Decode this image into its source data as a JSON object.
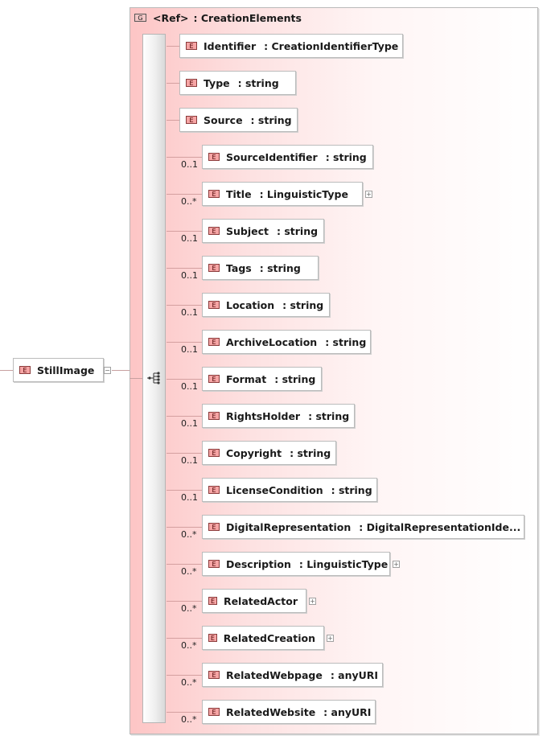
{
  "group": {
    "badge": "G",
    "ref_label": "<Ref>",
    "name": ": CreationElements"
  },
  "root": {
    "badge": "E",
    "name": "StillImage",
    "collapse": "−"
  },
  "elements": [
    {
      "badge": "E",
      "name": "Identifier",
      "type": ": CreationIdentifierType",
      "card": "",
      "expand": ""
    },
    {
      "badge": "E",
      "name": "Type",
      "type": ": string",
      "card": "",
      "expand": ""
    },
    {
      "badge": "E",
      "name": "Source",
      "type": ": string",
      "card": "",
      "expand": ""
    },
    {
      "badge": "E",
      "name": "SourceIdentifier",
      "type": ": string",
      "card": "0..1",
      "expand": ""
    },
    {
      "badge": "E",
      "name": "Title",
      "type": ": LinguisticType",
      "card": "0..*",
      "expand": "+"
    },
    {
      "badge": "E",
      "name": "Subject",
      "type": ": string",
      "card": "0..1",
      "expand": ""
    },
    {
      "badge": "E",
      "name": "Tags",
      "type": ": string",
      "card": "0..1",
      "expand": ""
    },
    {
      "badge": "E",
      "name": "Location",
      "type": ": string",
      "card": "0..1",
      "expand": ""
    },
    {
      "badge": "E",
      "name": "ArchiveLocation",
      "type": ": string",
      "card": "0..1",
      "expand": ""
    },
    {
      "badge": "E",
      "name": "Format",
      "type": ": string",
      "card": "0..1",
      "expand": ""
    },
    {
      "badge": "E",
      "name": "RightsHolder",
      "type": ": string",
      "card": "0..1",
      "expand": ""
    },
    {
      "badge": "E",
      "name": "Copyright",
      "type": ": string",
      "card": "0..1",
      "expand": ""
    },
    {
      "badge": "E",
      "name": "LicenseCondition",
      "type": ": string",
      "card": "0..1",
      "expand": ""
    },
    {
      "badge": "E",
      "name": "DigitalRepresentation",
      "type": ": DigitalRepresentationIde...",
      "card": "0..*",
      "expand": ""
    },
    {
      "badge": "E",
      "name": "Description",
      "type": ": LinguisticType",
      "card": "0..*",
      "expand": "+"
    },
    {
      "badge": "E",
      "name": "RelatedActor",
      "type": "",
      "card": "0..*",
      "expand": "+"
    },
    {
      "badge": "E",
      "name": "RelatedCreation",
      "type": "",
      "card": "0..*",
      "expand": "+"
    },
    {
      "badge": "E",
      "name": "RelatedWebpage",
      "type": ": anyURI",
      "card": "0..*",
      "expand": ""
    },
    {
      "badge": "E",
      "name": "RelatedWebsite",
      "type": ": anyURI",
      "card": "0..*",
      "expand": ""
    }
  ],
  "colors": {
    "element_badge": "#f6a5a5",
    "group_gradient_start": "#fdc5c5",
    "connector": "#d4a0a0"
  }
}
